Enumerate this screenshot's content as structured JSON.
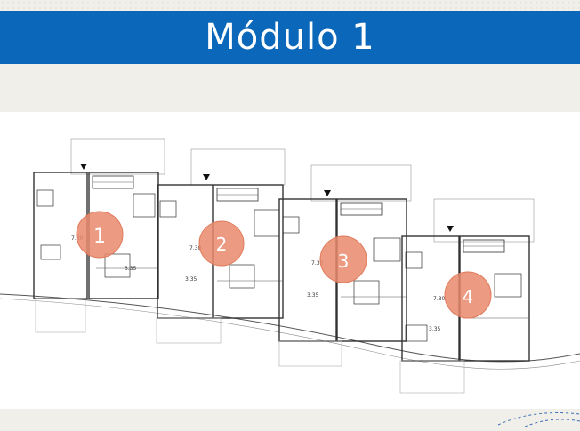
{
  "header": {
    "title": "Módulo 1"
  },
  "units": [
    {
      "number": "1",
      "dim_width": "3.35",
      "dim_depth": "7.30"
    },
    {
      "number": "2",
      "dim_width": "3.35",
      "dim_depth": "7.30"
    },
    {
      "number": "3",
      "dim_width": "3.35",
      "dim_depth": "7.30"
    },
    {
      "number": "4",
      "dim_width": "3.35",
      "dim_depth": "7.30"
    }
  ],
  "colors": {
    "title_bar": "#0a67b9",
    "marker_fill": "#e98a6c",
    "background": "#f1efe9",
    "dash_accent": "#3a6fb6"
  }
}
